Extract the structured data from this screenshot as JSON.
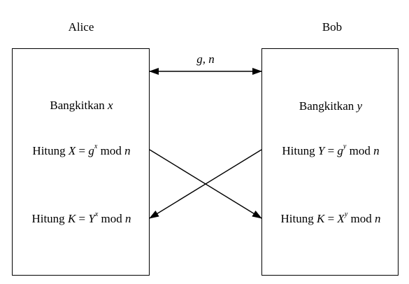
{
  "alice": {
    "name": "Alice",
    "generate": {
      "text": "Bangkitkan ",
      "var": "x"
    },
    "compute_public": {
      "prefix": "Hitung ",
      "lhs": "X",
      "eq": " = ",
      "base": "g",
      "exp": "x",
      "mod": " mod ",
      "n": "n"
    },
    "compute_key": {
      "prefix": "Hitung ",
      "lhs": "K",
      "eq": " = ",
      "base": "Y",
      "exp": "x",
      "mod": " mod ",
      "n": "n"
    }
  },
  "bob": {
    "name": "Bob",
    "generate": {
      "text": "Bangkitkan ",
      "var": "y"
    },
    "compute_public": {
      "prefix": "Hitung ",
      "lhs": "Y",
      "eq": " = ",
      "base": "g",
      "exp": "y",
      "mod": " mod ",
      "n": "n"
    },
    "compute_key": {
      "prefix": "Hitung ",
      "lhs": "K",
      "eq": " = ",
      "base": "X",
      "exp": "y",
      "mod": " mod ",
      "n": "n"
    }
  },
  "shared_params": "g, n"
}
